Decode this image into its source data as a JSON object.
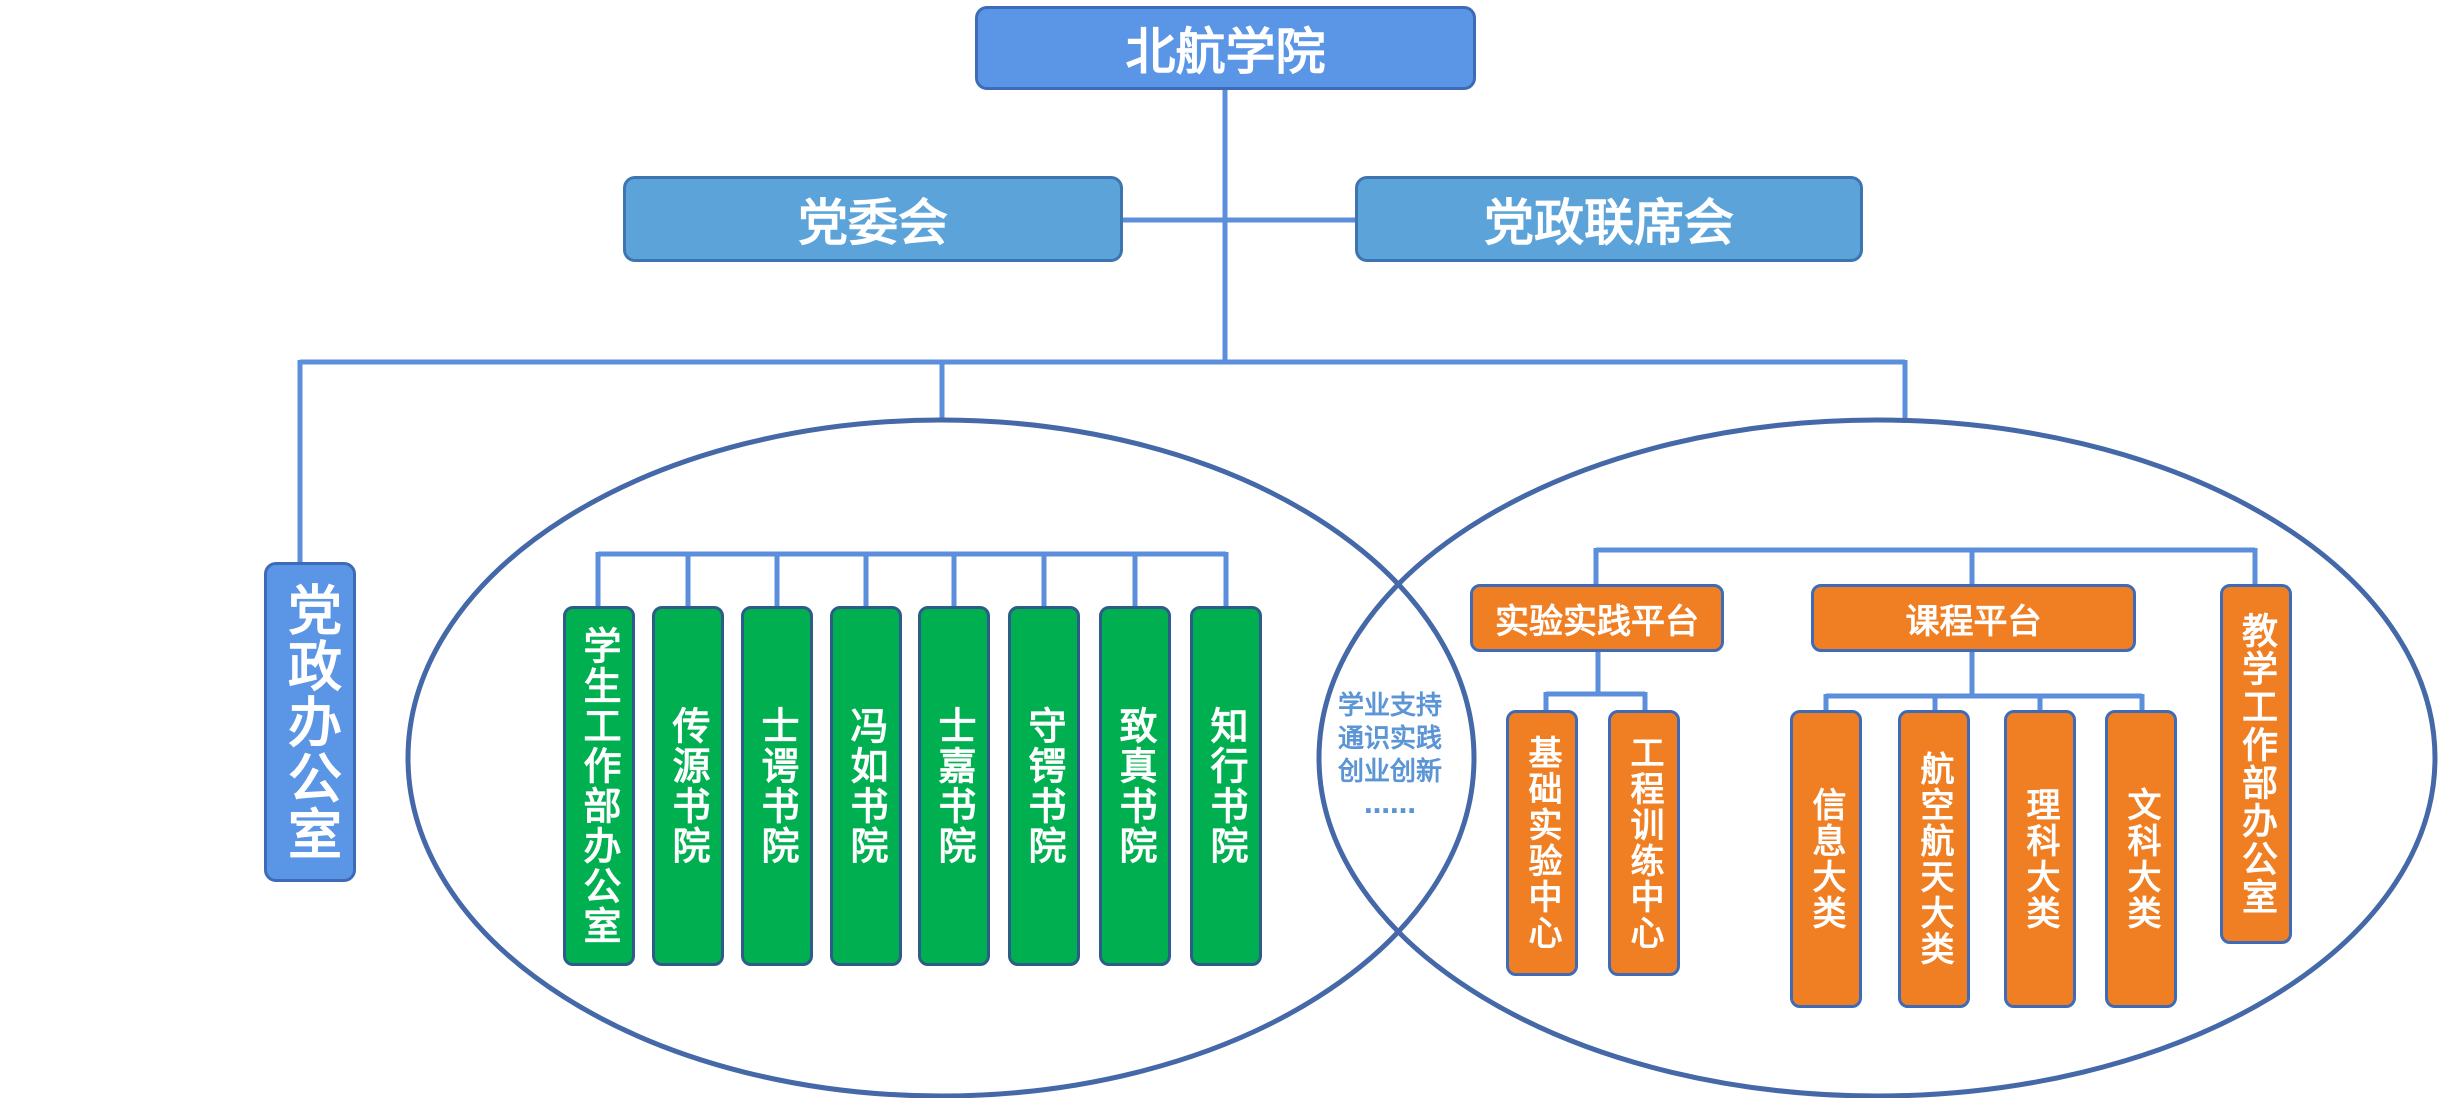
{
  "colors": {
    "connector": "#5B8EDB",
    "ellipse_stroke": "#4468A8",
    "top_fill": "#5B95E5",
    "mid_fill": "#5BA3D8",
    "green_fill": "#00B050",
    "orange_fill": "#F07F24",
    "note_text": "#5B95D6"
  },
  "root": {
    "label": "北航学院"
  },
  "governance": [
    {
      "id": "party-committee",
      "label": "党委会"
    },
    {
      "id": "joint-meeting",
      "label": "党政联席会"
    }
  ],
  "office": {
    "label": "党政办公室"
  },
  "colleges": [
    {
      "id": "student-affairs-office",
      "label": "学生工作部办公室"
    },
    {
      "id": "chuanyuan",
      "label": "传源书院"
    },
    {
      "id": "shie",
      "label": "士谔书院"
    },
    {
      "id": "fengru",
      "label": "冯如书院"
    },
    {
      "id": "shijia",
      "label": "士嘉书院"
    },
    {
      "id": "shouyao",
      "label": "守锷书院"
    },
    {
      "id": "zhizhen",
      "label": "致真书院"
    },
    {
      "id": "zhixing",
      "label": "知行书院"
    }
  ],
  "center_note": {
    "lines": [
      "学业支持",
      "通识实践",
      "创业创新",
      "……"
    ]
  },
  "teaching": {
    "practice_platform": {
      "label": "实验实践平台",
      "children": [
        {
          "id": "basic-lab-center",
          "label": "基础实验中心"
        },
        {
          "id": "engineering-training-center",
          "label": "工程训练中心"
        }
      ]
    },
    "course_platform": {
      "label": "课程平台",
      "children": [
        {
          "id": "information",
          "label": "信息大类"
        },
        {
          "id": "aerospace",
          "label": "航空航天大类"
        },
        {
          "id": "science",
          "label": "理科大类"
        },
        {
          "id": "liberal-arts",
          "label": "文科大类"
        }
      ]
    },
    "office": {
      "label": "教学工作部办公室"
    }
  }
}
